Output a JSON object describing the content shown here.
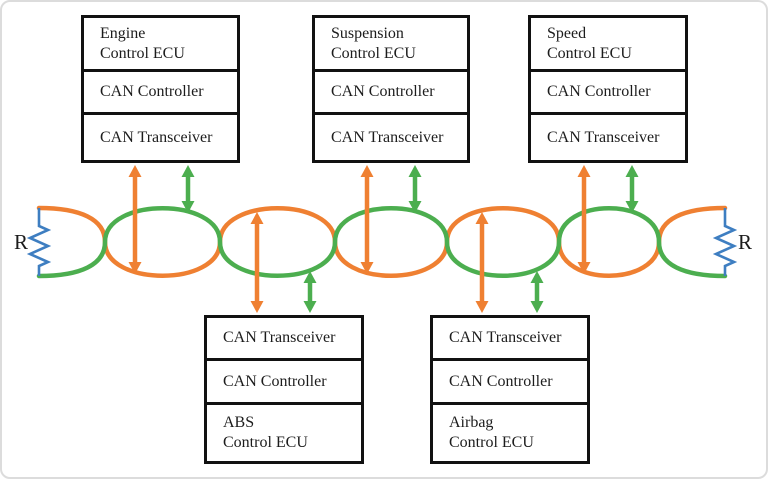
{
  "colors": {
    "orange": "#EF8032",
    "green": "#4CAE4F",
    "blue": "#3E7EC1",
    "ink": "#1c1c1c",
    "frame": "#dcdcdc"
  },
  "bus": {
    "type": "CAN twisted pair",
    "wire_colors": {
      "high": "#EF8032",
      "low": "#4CAE4F"
    },
    "left_terminator_label": "R",
    "right_terminator_label": "R"
  },
  "nodes": {
    "engine": {
      "ecu": "Engine\nControl ECU",
      "controller": "CAN Controller",
      "transceiver": "CAN Transceiver"
    },
    "suspension": {
      "ecu": "Suspension\nControl ECU",
      "controller": "CAN Controller",
      "transceiver": "CAN Transceiver"
    },
    "speed": {
      "ecu": "Speed\nControl ECU",
      "controller": "CAN Controller",
      "transceiver": "CAN Transceiver"
    },
    "abs": {
      "ecu": "ABS\nControl ECU",
      "controller": "CAN Controller",
      "transceiver": "CAN Transceiver"
    },
    "airbag": {
      "ecu": "Airbag\nControl ECU",
      "controller": "CAN Controller",
      "transceiver": "CAN Transceiver"
    }
  }
}
